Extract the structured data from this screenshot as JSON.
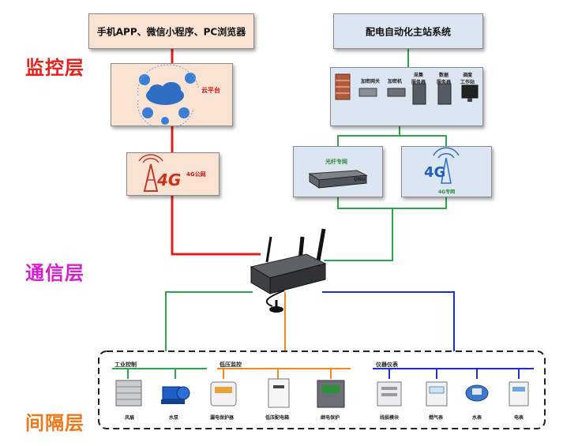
{
  "layers": {
    "monitor": "监控层",
    "comm": "通信层",
    "bay": "间隔层"
  },
  "top_left_box": {
    "label": "手机APP、微信小程序、PC浏览器"
  },
  "top_right_box": {
    "label": "配电自动化主站系统"
  },
  "cloud": {
    "label": "云平台"
  },
  "cellular_left": {
    "label": "4G公网",
    "logo_text": "4G"
  },
  "master_station": {
    "items": [
      "加密网关",
      "加密机",
      "采集\n服务器",
      "数据\n服务器",
      "调度\n工作站"
    ]
  },
  "fiber_box": {
    "label": "光纤专网",
    "device": "ONU"
  },
  "cellular_right": {
    "label": "4G专网",
    "logo_text": "4G"
  },
  "groups": {
    "industrial": "工业控制",
    "low_voltage": "低压监控",
    "meters": "仪器仪表"
  },
  "devices": [
    {
      "label": "风扇"
    },
    {
      "label": "水泵"
    },
    {
      "label": "漏电保护器"
    },
    {
      "label": "低压配电箱"
    },
    {
      "label": "继电保护"
    },
    {
      "label": "线损模块"
    },
    {
      "label": "燃气表"
    },
    {
      "label": "水表"
    },
    {
      "label": "电表"
    }
  ],
  "colors": {
    "red": "#e02020",
    "green": "#2aa84a",
    "blue": "#1a2fd0",
    "orange": "#f08a1a",
    "monitor_label": "#e8201a",
    "comm_label": "#d81fd0",
    "bay_label": "#f07818"
  }
}
